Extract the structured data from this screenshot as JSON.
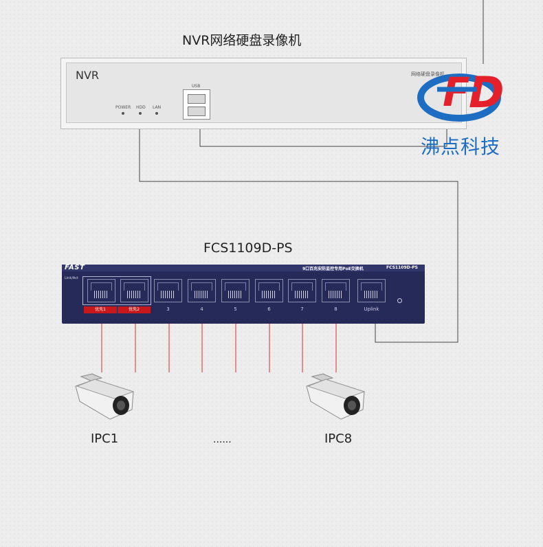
{
  "nvr": {
    "title": "NVR网络硬盘录像机",
    "label": "NVR",
    "brand": "网络硬盘录像机",
    "usb_label": "USB",
    "leds": [
      "POWER",
      "HDD",
      "LAN"
    ]
  },
  "switch": {
    "title": "FCS1109D-PS",
    "logo": "FAST",
    "desc": "9口百兆安防监控专用PoE交换机",
    "model": "FCS1109D-PS",
    "link_label": "Link/Act",
    "ports": [
      "优先1",
      "优先2",
      "3",
      "4",
      "5",
      "6",
      "7",
      "8",
      "Uplink"
    ]
  },
  "cameras": [
    "IPC1",
    "IPC8"
  ],
  "ellipsis": "......",
  "watermark": {
    "text": "沸点科技",
    "logo_letters": "FD"
  },
  "colors": {
    "switch_body": "#252a58",
    "priority_label": "#c7191b",
    "link_line": "#d2342a",
    "logo_blue": "#1d6ec3",
    "logo_red": "#e4212b"
  }
}
